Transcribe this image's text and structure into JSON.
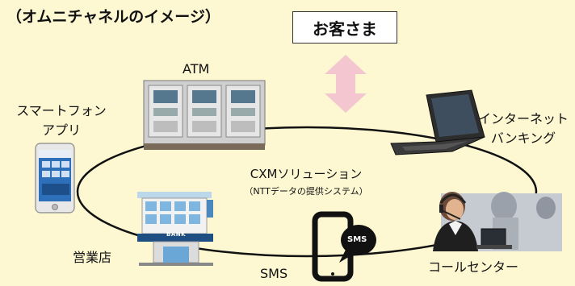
{
  "title": "（オムニチャネルのイメージ）",
  "customer": "お客さま",
  "center": {
    "main": "CXMソリューション",
    "sub": "（NTTデータの提供システム）"
  },
  "channels": {
    "atm": "ATM",
    "smartphone_line1": "スマートフォン",
    "smartphone_line2": "アプリ",
    "internet_line1": "インターネット",
    "internet_line2": "バンキング",
    "branch": "営業店",
    "sms": "SMS",
    "call_center": "コールセンター"
  },
  "icon_text": {
    "bank_sign": "BANK",
    "sms_bubble": "SMS"
  },
  "colors": {
    "background": "#fdf8d2",
    "arrow": "#f4c7d0",
    "ring": "#111111"
  }
}
